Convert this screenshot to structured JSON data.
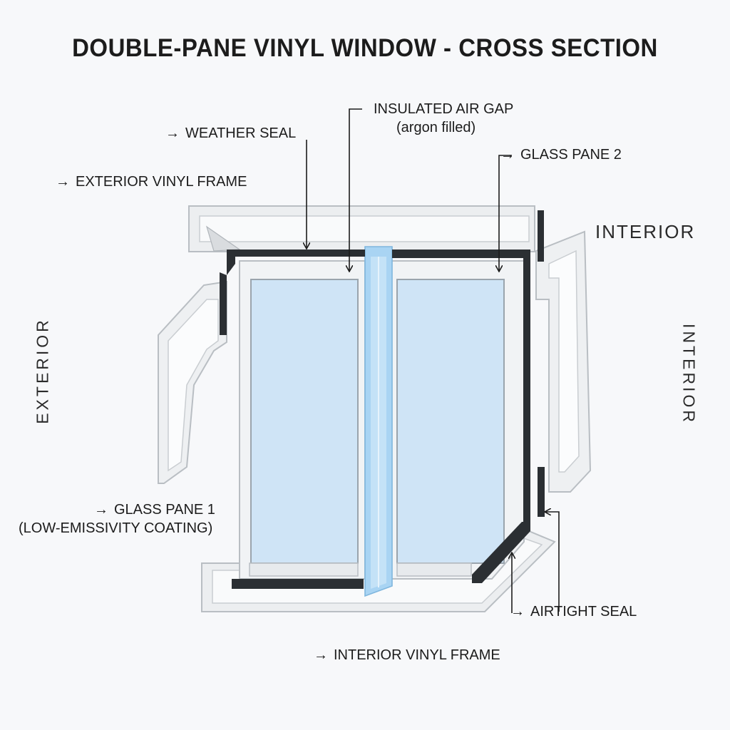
{
  "title": "DOUBLE-PANE VINYL WINDOW - CROSS SECTION",
  "sides": {
    "exterior": "EXTERIOR",
    "interior_top": "INTERIOR",
    "interior_right": "INTERIOR"
  },
  "arrow_glyph": "→",
  "labels": {
    "weather_seal": "WEATHER SEAL",
    "insulated_air_gap": "INSULATED AIR GAP",
    "insulated_air_gap_note": "(argon filled)",
    "glass_pane_2": "GLASS PANE 2",
    "exterior_vinyl_frame": "EXTERIOR VINYL FRAME",
    "glass_pane_1": "GLASS PANE 1",
    "glass_pane_1_note": "(LOW-EMISSIVITY COATING)",
    "airtight_seal": "AIRTIGHT SEAL",
    "interior_vinyl_frame": "INTERIOR VINYL FRAME"
  },
  "colors": {
    "glass": "#cfe4f6",
    "glass_gap": "#a9d4f3",
    "seal": "#2b2f33",
    "frame": "#e9ebed",
    "frame_stroke": "#b9bec3"
  }
}
